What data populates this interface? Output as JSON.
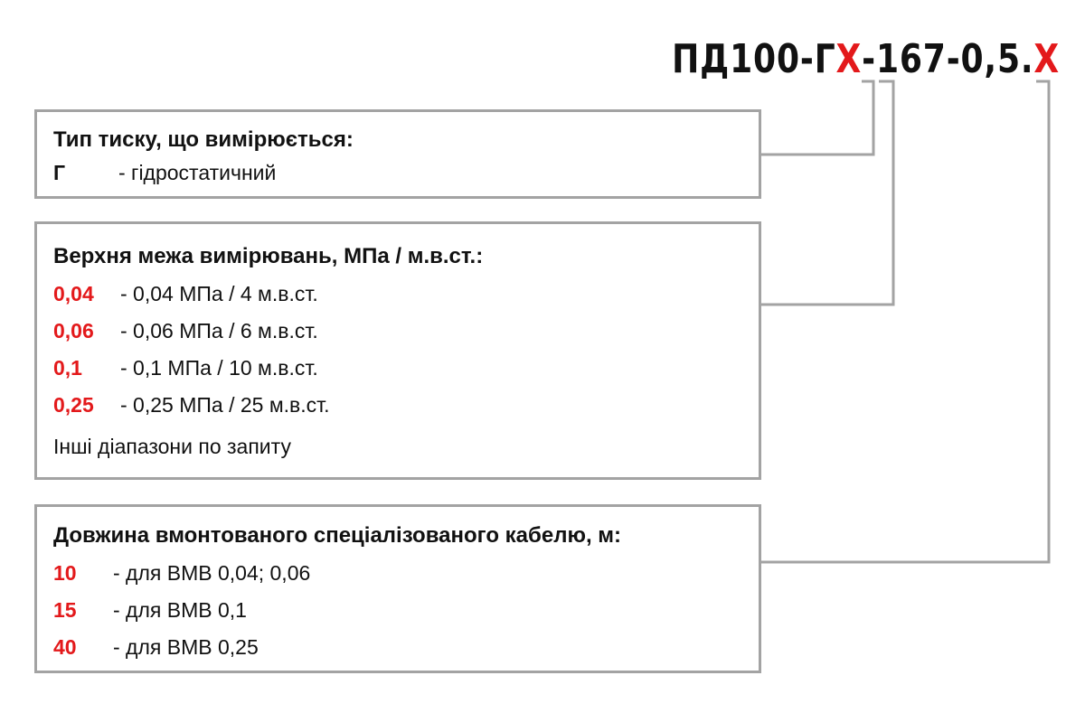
{
  "model_code": {
    "prefix": "ПД100-Г",
    "var1": "Х",
    "middle": "-167-0,5.",
    "var2": "Х"
  },
  "pressure_type": {
    "heading": "Тип тиску, що вимірюється:",
    "items": [
      {
        "code": "Г",
        "desc": "- гідростатичний"
      }
    ]
  },
  "upper_limit": {
    "heading": "Верхня межа вимірювань, МПа / м.в.ст.:",
    "items": [
      {
        "code": "0,04",
        "desc": "- 0,04 МПа / 4 м.в.ст."
      },
      {
        "code": "0,06",
        "desc": "- 0,06 МПа / 6 м.в.ст."
      },
      {
        "code": "0,1",
        "desc": "- 0,1 МПа / 10 м.в.ст."
      },
      {
        "code": "0,25",
        "desc": "- 0,25 МПа / 25 м.в.ст."
      }
    ],
    "note": "Інші діапазони по запиту"
  },
  "cable_length": {
    "heading": "Довжина вмонтованого спеціалізованого кабелю, м:",
    "items": [
      {
        "code": "10",
        "desc": "- для ВМВ 0,04; 0,06"
      },
      {
        "code": "15",
        "desc": "- для ВМВ 0,1"
      },
      {
        "code": "40",
        "desc": "- для ВМВ 0,25"
      }
    ]
  },
  "colors": {
    "accent": "#e3191b",
    "border": "#a3a3a3",
    "text": "#111111"
  }
}
